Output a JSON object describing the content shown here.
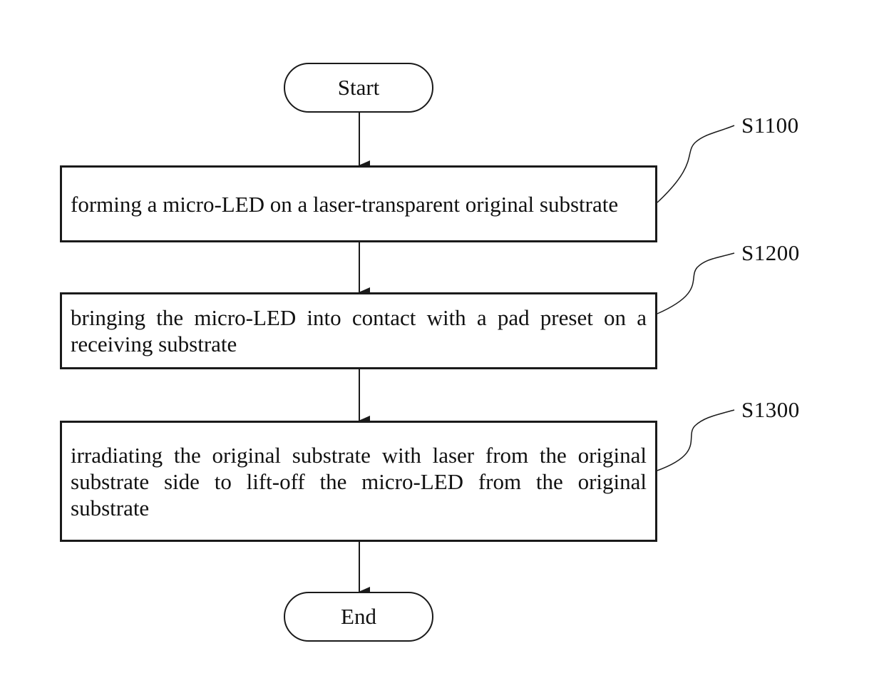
{
  "flowchart": {
    "start_label": "Start",
    "end_label": "End",
    "steps": [
      {
        "id": "S1100",
        "text": "forming a micro-LED on a laser-transparent original substrate"
      },
      {
        "id": "S1200",
        "text": "bringing the micro-LED into contact with a pad preset on a receiving substrate"
      },
      {
        "id": "S1300",
        "text": "irradiating the original substrate with laser from the original substrate side to lift-off the micro-LED from the original substrate"
      }
    ]
  }
}
